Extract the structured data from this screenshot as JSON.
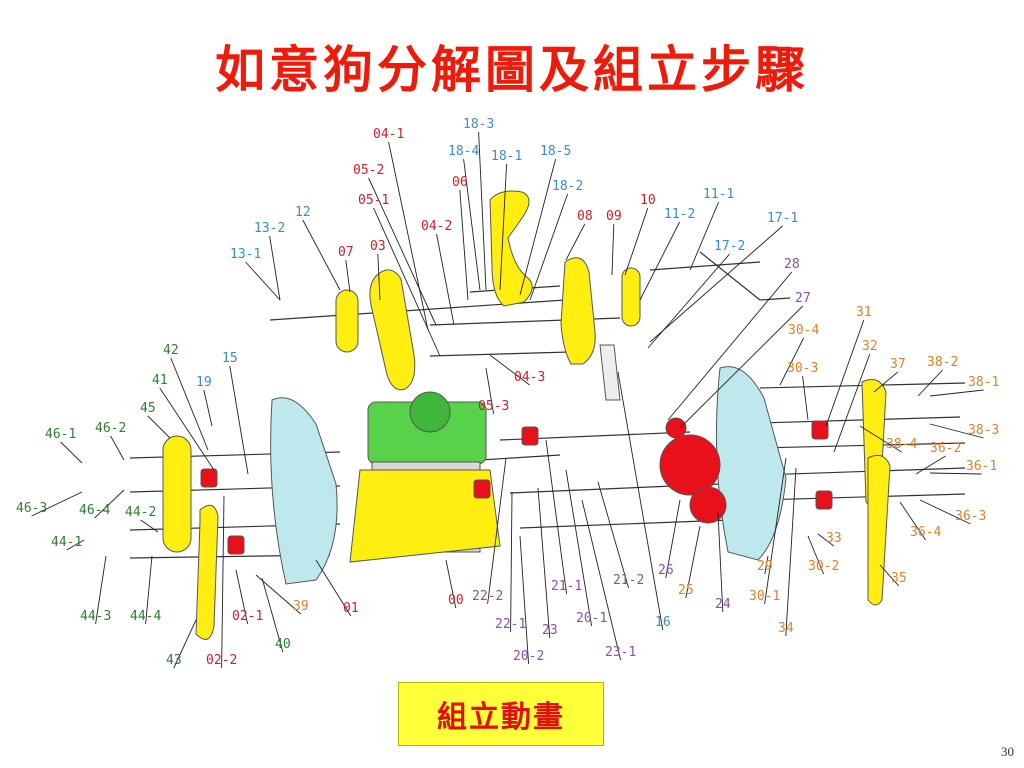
{
  "slide": {
    "title": "如意狗分解圖及組立步驟",
    "button_label": "組立動畫",
    "page_number": "30"
  },
  "colors": {
    "title": "#ee1b0a",
    "label_red": "#c8232c",
    "label_blue": "#3b8cc8",
    "label_green": "#2f7d32",
    "label_purple": "#8a4fa8",
    "label_orange": "#d9822b",
    "part_yellow": "#ffee10",
    "part_cyan": "#bde9ee",
    "part_green": "#57d24a",
    "part_red": "#e8101a",
    "button_bg": "#ffff3a",
    "button_text": "#e01010"
  },
  "labels": [
    {
      "text": "18-3",
      "color": "blue"
    },
    {
      "text": "04-1",
      "color": "red"
    },
    {
      "text": "18-4",
      "color": "blue"
    },
    {
      "text": "18-1",
      "color": "blue"
    },
    {
      "text": "18-5",
      "color": "blue"
    },
    {
      "text": "05-2",
      "color": "red"
    },
    {
      "text": "06",
      "color": "red"
    },
    {
      "text": "18-2",
      "color": "blue"
    },
    {
      "text": "05-1",
      "color": "red"
    },
    {
      "text": "11-1",
      "color": "blue"
    },
    {
      "text": "10",
      "color": "red"
    },
    {
      "text": "08",
      "color": "red"
    },
    {
      "text": "09",
      "color": "red"
    },
    {
      "text": "11-2",
      "color": "blue"
    },
    {
      "text": "12",
      "color": "blue"
    },
    {
      "text": "04-2",
      "color": "red"
    },
    {
      "text": "17-1",
      "color": "blue"
    },
    {
      "text": "13-2",
      "color": "blue"
    },
    {
      "text": "03",
      "color": "red"
    },
    {
      "text": "07",
      "color": "red"
    },
    {
      "text": "17-2",
      "color": "blue"
    },
    {
      "text": "13-1",
      "color": "blue"
    },
    {
      "text": "28",
      "color": "purple"
    },
    {
      "text": "27",
      "color": "purple"
    },
    {
      "text": "31",
      "color": "orange"
    },
    {
      "text": "30-4",
      "color": "orange"
    },
    {
      "text": "32",
      "color": "orange"
    },
    {
      "text": "42",
      "color": "green"
    },
    {
      "text": "04-3",
      "color": "red"
    },
    {
      "text": "30-3",
      "color": "orange"
    },
    {
      "text": "15",
      "color": "blue"
    },
    {
      "text": "37",
      "color": "orange"
    },
    {
      "text": "38-2",
      "color": "orange"
    },
    {
      "text": "41",
      "color": "green"
    },
    {
      "text": "19",
      "color": "blue"
    },
    {
      "text": "38-1",
      "color": "orange"
    },
    {
      "text": "05-3",
      "color": "red"
    },
    {
      "text": "45",
      "color": "green"
    },
    {
      "text": "38-3",
      "color": "orange"
    },
    {
      "text": "46-1",
      "color": "green"
    },
    {
      "text": "46-2",
      "color": "green"
    },
    {
      "text": "38-4",
      "color": "orange"
    },
    {
      "text": "36-2",
      "color": "orange"
    },
    {
      "text": "36-1",
      "color": "orange"
    },
    {
      "text": "46-3",
      "color": "green"
    },
    {
      "text": "46-4",
      "color": "green"
    },
    {
      "text": "44-2",
      "color": "green"
    },
    {
      "text": "36-3",
      "color": "orange"
    },
    {
      "text": "36-4",
      "color": "orange"
    },
    {
      "text": "33",
      "color": "orange"
    },
    {
      "text": "44-1",
      "color": "green"
    },
    {
      "text": "26",
      "color": "purple"
    },
    {
      "text": "29",
      "color": "orange"
    },
    {
      "text": "30-2",
      "color": "orange"
    },
    {
      "text": "35",
      "color": "orange"
    },
    {
      "text": "25",
      "color": "orange"
    },
    {
      "text": "21-2",
      "color": "purple"
    },
    {
      "text": "44-3",
      "color": "green"
    },
    {
      "text": "44-4",
      "color": "green"
    },
    {
      "text": "39",
      "color": "orange"
    },
    {
      "text": "00",
      "color": "red"
    },
    {
      "text": "22-2",
      "color": "purple"
    },
    {
      "text": "21-1",
      "color": "purple"
    },
    {
      "text": "30-1",
      "color": "orange"
    },
    {
      "text": "24",
      "color": "purple"
    },
    {
      "text": "02-1",
      "color": "red"
    },
    {
      "text": "01",
      "color": "red"
    },
    {
      "text": "20-1",
      "color": "purple"
    },
    {
      "text": "22-1",
      "color": "purple"
    },
    {
      "text": "23",
      "color": "purple"
    },
    {
      "text": "16",
      "color": "blue"
    },
    {
      "text": "34",
      "color": "orange"
    },
    {
      "text": "40",
      "color": "green"
    },
    {
      "text": "20-2",
      "color": "purple"
    },
    {
      "text": "23-1",
      "color": "purple"
    },
    {
      "text": "43",
      "color": "green"
    },
    {
      "text": "02-2",
      "color": "red"
    }
  ]
}
